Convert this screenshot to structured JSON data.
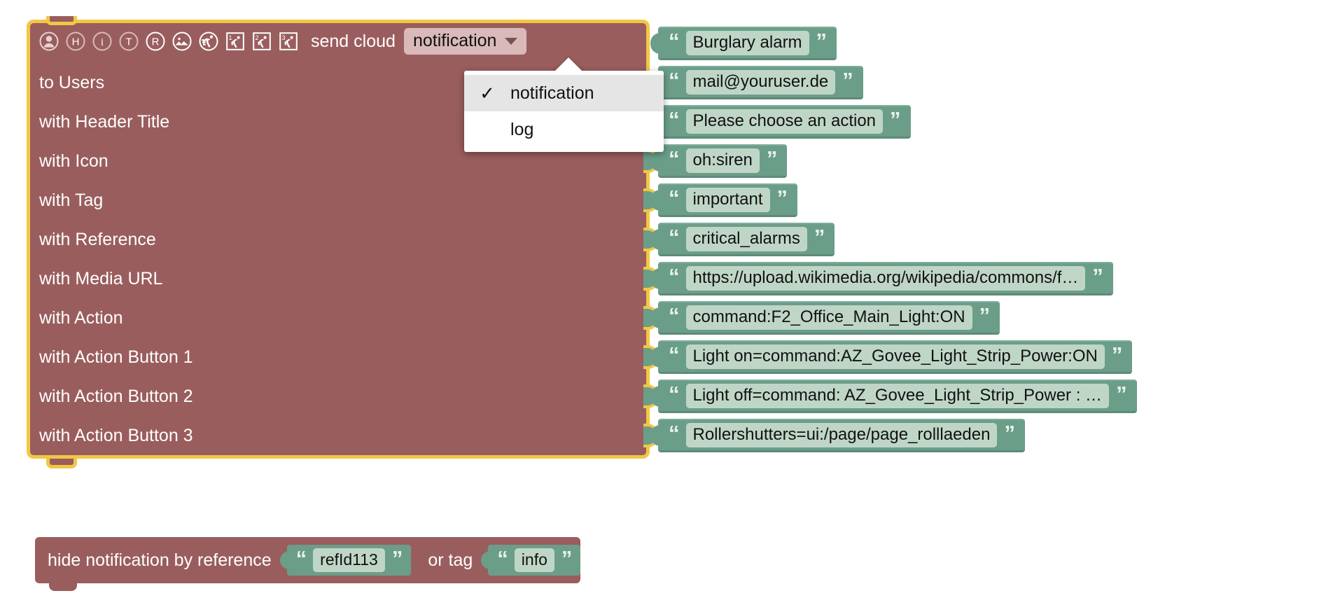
{
  "main_block": {
    "icons": [
      {
        "name": "user-icon",
        "glyph": "person"
      },
      {
        "name": "header-title-icon",
        "glyph": "H"
      },
      {
        "name": "info-icon",
        "glyph": "i"
      },
      {
        "name": "tag-icon",
        "glyph": "T"
      },
      {
        "name": "reference-icon",
        "glyph": "R"
      },
      {
        "name": "media-image-icon",
        "glyph": "image"
      },
      {
        "name": "action-icon",
        "glyph": "runner"
      },
      {
        "name": "action-button-1-icon",
        "glyph": "runner-1"
      },
      {
        "name": "action-button-2-icon",
        "glyph": "runner-2"
      },
      {
        "name": "action-button-3-icon",
        "glyph": "runner-3"
      }
    ],
    "header_text": "send cloud",
    "dropdown_value": "notification",
    "rows": [
      {
        "label": "to Users",
        "value": "mail@youruser.de"
      },
      {
        "label": "with Header Title",
        "value": "Please choose an action"
      },
      {
        "label": "with Icon",
        "value": "oh:siren"
      },
      {
        "label": "with Tag",
        "value": "important"
      },
      {
        "label": "with Reference",
        "value": "critical_alarms"
      },
      {
        "label": "with Media URL",
        "value": "https://upload.wikimedia.org/wikipedia/commons/f…"
      },
      {
        "label": "with Action",
        "value": "command:F2_Office_Main_Light:ON"
      },
      {
        "label": "with Action Button 1",
        "value": "Light on=command:AZ_Govee_Light_Strip_Power:ON"
      },
      {
        "label": "with Action Button 2",
        "value": "Light off=command: AZ_Govee_Light_Strip_Power : …"
      },
      {
        "label": "with Action Button 3",
        "value": "Rollershutters=ui:/page/page_rolllaeden"
      }
    ],
    "first_value": "Burglary alarm"
  },
  "dropdown_menu": {
    "check_glyph": "✓",
    "items": [
      {
        "label": "notification",
        "selected": true
      },
      {
        "label": "log",
        "selected": false
      }
    ]
  },
  "hide_block": {
    "label": "hide notification by reference",
    "reference_value": "refId113",
    "or_tag_label": "or tag",
    "tag_value": "info"
  },
  "colors": {
    "block_body": "#9a5d5d",
    "selection_outline": "#f2c744",
    "string_block": "#6b9e89",
    "string_field": "#bfd6c7",
    "dropdown_field": "#d9b9b9",
    "menu_background": "#ffffff",
    "menu_selected": "#e5e5e5"
  }
}
